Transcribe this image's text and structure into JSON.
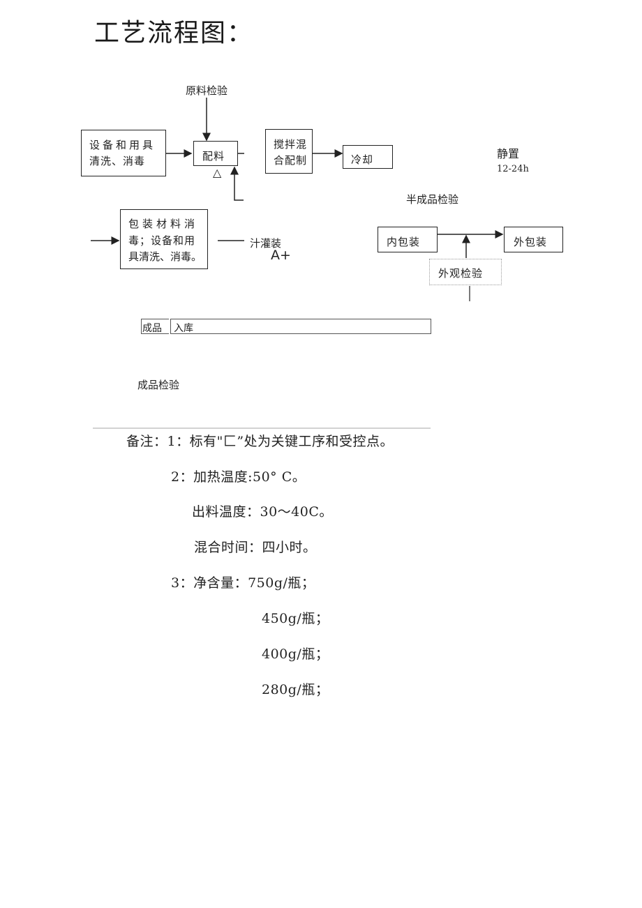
{
  "title": "工艺流程图：",
  "flow": {
    "raw_inspection": "原料检验",
    "sanitize_box": [
      "设备和用具",
      "清洗、消毒"
    ],
    "batching": "配料",
    "triangle_mark": "△",
    "mixing_box": [
      "搅拌混",
      "合配制"
    ],
    "cooling": "冷却",
    "rest": "静置",
    "rest_time": "12-24h",
    "semi_inspection": "半成品检验",
    "packing_sanitize_box": [
      "包装材料消",
      "毒；设备和用",
      "具清洗、消毒。"
    ],
    "filling": "汁灌装",
    "filling_mark": "A+",
    "inner_pack": "内包装",
    "outer_pack": "外包装",
    "appearance_inspection": "外观检验",
    "finished_product": "成品",
    "storage": "入库",
    "finished_inspection": "成品检验"
  },
  "notes": {
    "line1": "备注：1：标有\"匚”处为关键工序和受控点。",
    "line2": "2：加热温度:50° C。",
    "line3": "出料温度：30～40C。",
    "line4": "混合时间：四小时。",
    "line5": "3：净含量：750g/瓶；",
    "line6": "450g/瓶；",
    "line7": "400g/瓶；",
    "line8": "280g/瓶；"
  }
}
